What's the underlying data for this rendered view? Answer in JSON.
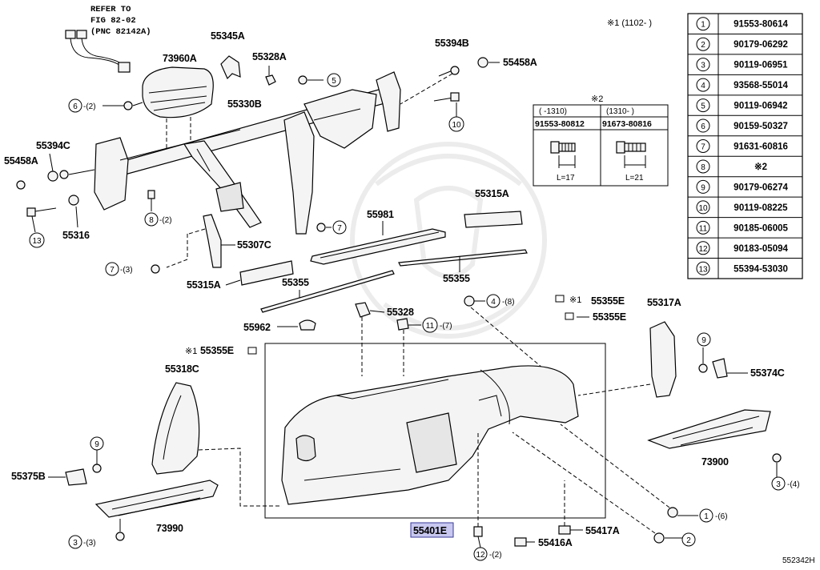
{
  "diagram": {
    "refer": {
      "line1": "REFER TO",
      "line2": "FIG 82-02",
      "line3": "(PNC 82142A)"
    },
    "footnote1": "※1 (1102-     )",
    "figure_code": "552342H",
    "labels": {
      "l73960a": "73960A",
      "l55345a": "55345A",
      "l55328a": "55328A",
      "l55394b": "55394B",
      "l55458a_top": "55458A",
      "l55330b": "55330B",
      "l55394c": "55394C",
      "l55458a_left": "55458A",
      "l55316": "55316",
      "l55307c": "55307C",
      "l55315a_right": "55315A",
      "l55981": "55981",
      "l55315a_left": "55315A",
      "l55355_left": "55355",
      "l55355_right": "55355",
      "l55328": "55328",
      "l55962": "55962",
      "l55355e_1": "55355E",
      "l55355e_2": "55355E",
      "l55355e_3": "55355E",
      "l55317a": "55317A",
      "l55318c": "55318C",
      "l55374c": "55374C",
      "l73900": "73900",
      "l55375b": "55375B",
      "l73990": "73990",
      "l55401e": "55401E",
      "l55417a": "55417A",
      "l55416a": "55416A"
    },
    "callouts": {
      "c6_left": {
        "num": "6",
        "qty": "-(2)"
      },
      "c5_top": {
        "num": "5",
        "qty": ""
      },
      "c10": {
        "num": "10",
        "qty": ""
      },
      "c8": {
        "num": "8",
        "qty": "-(2)"
      },
      "c13": {
        "num": "13",
        "qty": ""
      },
      "c7_mid": {
        "num": "7",
        "qty": ""
      },
      "c7_left": {
        "num": "7",
        "qty": "-(3)"
      },
      "c4": {
        "num": "4",
        "qty": "-(8)"
      },
      "c11": {
        "num": "11",
        "qty": "-(7)"
      },
      "c9_right": {
        "num": "9",
        "qty": ""
      },
      "c9_left": {
        "num": "9",
        "qty": ""
      },
      "c3_right": {
        "num": "3",
        "qty": "-(4)"
      },
      "c3_left": {
        "num": "3",
        "qty": "-(3)"
      },
      "c1": {
        "num": "1",
        "qty": "-(6)"
      },
      "c2": {
        "num": "2",
        "qty": ""
      },
      "c12": {
        "num": "12",
        "qty": "-(2)"
      }
    },
    "star1": "※1",
    "subtable": {
      "title": "※2",
      "headers": [
        "(     -1310)",
        "(1310-      )"
      ],
      "parts": [
        "91553-80812",
        "91673-80816"
      ],
      "lengths": [
        "L=17",
        "L=21"
      ]
    },
    "part_table": [
      {
        "num": "1",
        "part": "91553-80614"
      },
      {
        "num": "2",
        "part": "90179-06292"
      },
      {
        "num": "3",
        "part": "90119-06951"
      },
      {
        "num": "4",
        "part": "93568-55014"
      },
      {
        "num": "5",
        "part": "90119-06942"
      },
      {
        "num": "6",
        "part": "90159-50327"
      },
      {
        "num": "7",
        "part": "91631-60816"
      },
      {
        "num": "8",
        "part": "※2"
      },
      {
        "num": "9",
        "part": "90179-06274"
      },
      {
        "num": "10",
        "part": "90119-08225"
      },
      {
        "num": "11",
        "part": "90185-06005"
      },
      {
        "num": "12",
        "part": "90183-05094"
      },
      {
        "num": "13",
        "part": "55394-53030"
      }
    ]
  }
}
